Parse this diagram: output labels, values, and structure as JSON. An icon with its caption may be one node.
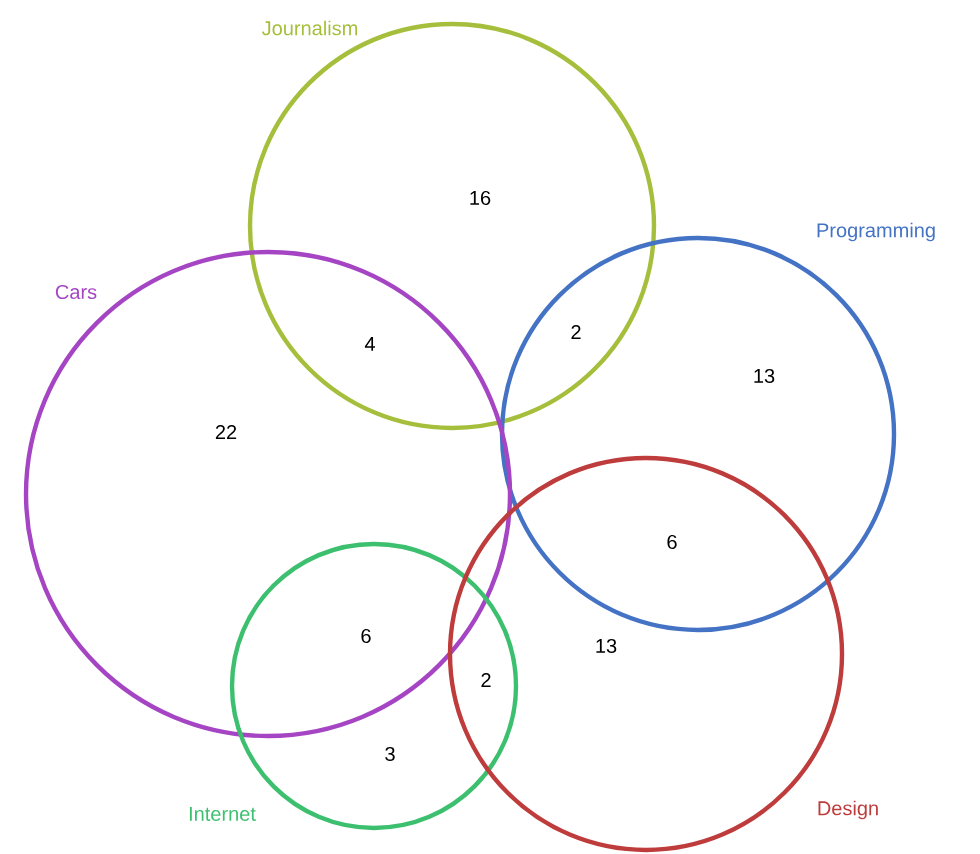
{
  "diagram": {
    "nodes": [
      {
        "text": [
          "Journalism"
        ]
      },
      {
        "text": [
          "Programming"
        ]
      },
      {
        "text": [
          "Cars"
        ]
      },
      {
        "text": [
          "Internet"
        ]
      },
      {
        "text": [
          "Design"
        ]
      }
    ],
    "labels": [
      "16",
      "4",
      "2",
      "13",
      "22",
      "6",
      "6",
      "2",
      "13",
      "3"
    ]
  }
}
